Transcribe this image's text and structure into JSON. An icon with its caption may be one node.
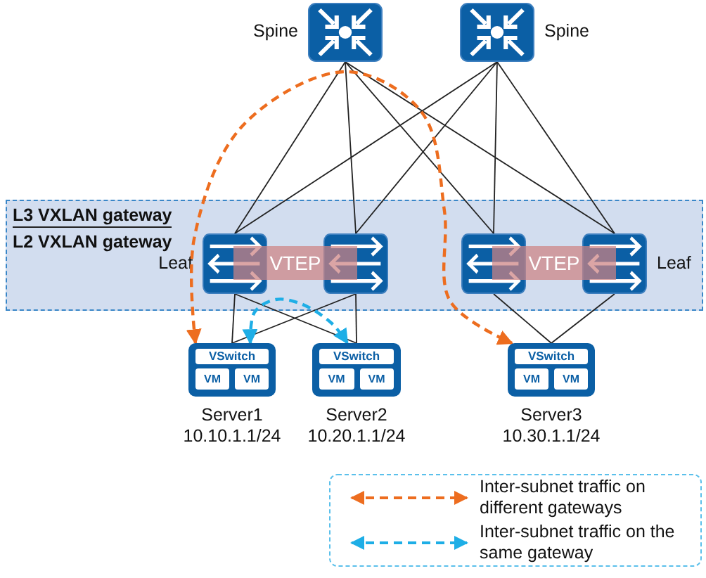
{
  "diagram": {
    "nodes": [
      {
        "text": [
          "L3 VXLAN gateway",
          "L2 VXLAN gateway"
        ]
      },
      {
        "text": [
          "Spine"
        ]
      },
      {
        "text": [
          "Spine"
        ]
      },
      {
        "text": [
          "Leaf"
        ],
        "in": 0
      },
      {
        "text": [],
        "shape": "box",
        "in": 0
      },
      {
        "text": [
          "VTEP"
        ],
        "in": 0
      },
      {
        "text": [],
        "shape": "box",
        "in": 0
      },
      {
        "text": [
          "Leaf"
        ],
        "in": 0
      },
      {
        "text": [
          "VTEP"
        ],
        "in": 0
      },
      {
        "text": [
          "VSwitch",
          "VM",
          "VM"
        ],
        "beside": [
          "Server1",
          "10.10.1.1/24"
        ]
      },
      {
        "text": [
          "VSwitch",
          "VM",
          "VM"
        ],
        "beside": [
          "Server2",
          "10.20.1.1/24"
        ]
      },
      {
        "text": [
          "VSwitch",
          "VM",
          "VM"
        ],
        "beside": [
          "Server3",
          "10.30.1.1/24"
        ]
      }
    ],
    "edges": [
      {
        "from": 1,
        "to": 3,
        "arrow": "none"
      },
      {
        "from": 1,
        "to": 4,
        "arrow": "none"
      },
      {
        "from": 1,
        "to": 6,
        "arrow": "none"
      },
      {
        "from": 1,
        "to": 7,
        "arrow": "none"
      },
      {
        "from": 2,
        "to": 3,
        "arrow": "none"
      },
      {
        "from": 2,
        "to": 4,
        "arrow": "none"
      },
      {
        "from": 2,
        "to": 6,
        "arrow": "none"
      },
      {
        "from": 2,
        "to": 7,
        "arrow": "none"
      },
      {
        "from": 3,
        "to": 9,
        "arrow": "none"
      },
      {
        "from": 3,
        "to": 10,
        "arrow": "none"
      },
      {
        "from": 4,
        "to": 9,
        "arrow": "none"
      },
      {
        "from": 4,
        "to": 10,
        "arrow": "none"
      },
      {
        "from": 6,
        "to": 11,
        "arrow": "none"
      },
      {
        "from": 7,
        "to": 11,
        "arrow": "none"
      },
      {
        "from": 9,
        "to": 11,
        "arrow": "both",
        "style": "dashed",
        "color": "#ed6d1f"
      },
      {
        "from": 9,
        "to": 10,
        "arrow": "both",
        "style": "dashed",
        "color": "#1eaee6"
      }
    ],
    "legend": [
      {
        "text": "Inter-subnet traffic on different gateways",
        "color": "#ed6d1f"
      },
      {
        "text": "Inter-subnet traffic on the same gateway",
        "color": "#1eaee6"
      }
    ]
  }
}
